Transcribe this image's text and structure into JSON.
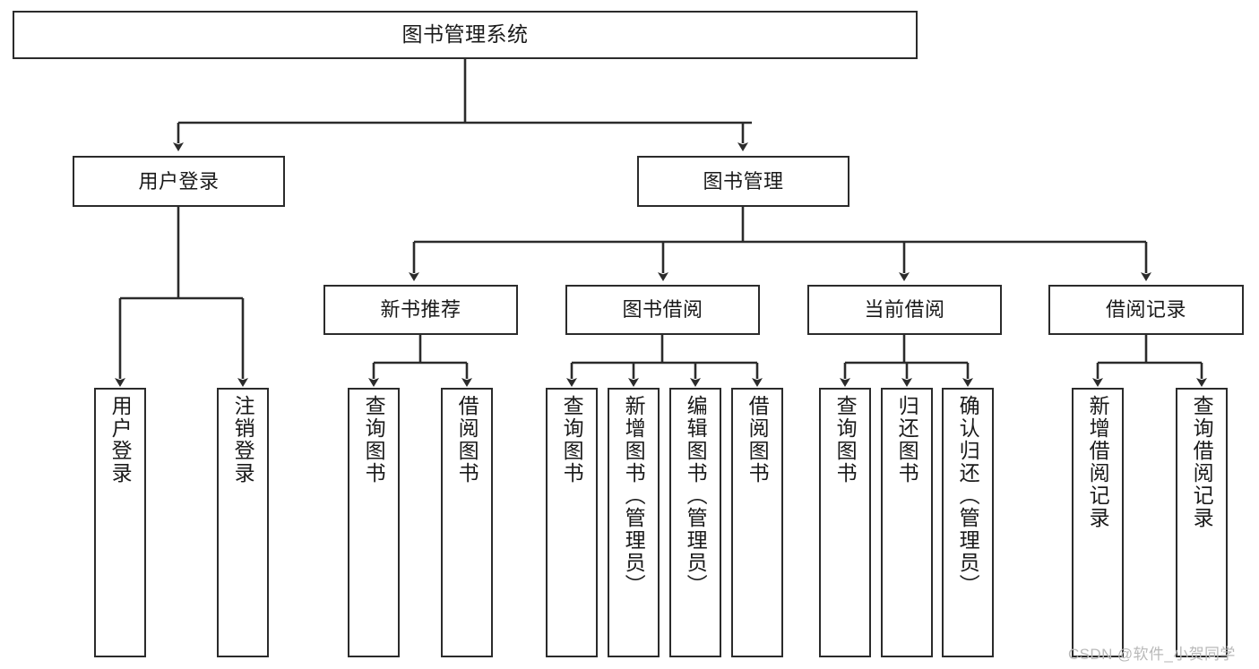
{
  "diagram": {
    "title": "图书管理系统",
    "type": "tree-hierarchy-diagram",
    "root": {
      "label": "图书管理系统"
    },
    "level2": [
      {
        "label": "用户登录"
      },
      {
        "label": "图书管理"
      }
    ],
    "level3": [
      {
        "label": "新书推荐"
      },
      {
        "label": "图书借阅"
      },
      {
        "label": "当前借阅"
      },
      {
        "label": "借阅记录"
      }
    ],
    "leaves": {
      "user_login": [
        {
          "label": "用户登录"
        },
        {
          "label": "注销登录"
        }
      ],
      "new_book_recommend": [
        {
          "label": "查询图书"
        },
        {
          "label": "借阅图书"
        }
      ],
      "book_borrow": [
        {
          "label": "查询图书"
        },
        {
          "label": "新增图书（管理员）"
        },
        {
          "label": "编辑图书（管理员）"
        },
        {
          "label": "借阅图书"
        }
      ],
      "current_borrow": [
        {
          "label": "查询图书"
        },
        {
          "label": "归还图书"
        },
        {
          "label": "确认归还（管理员）"
        }
      ],
      "borrow_record": [
        {
          "label": "新增借阅记录"
        },
        {
          "label": "查询借阅记录"
        }
      ]
    }
  },
  "watermark": {
    "text": "CSDN @软件_小贺同学"
  },
  "colors": {
    "stroke": "#2b2b2b",
    "background": "#ffffff",
    "text": "#1a1a1a",
    "watermark": "#b9b9b9"
  }
}
